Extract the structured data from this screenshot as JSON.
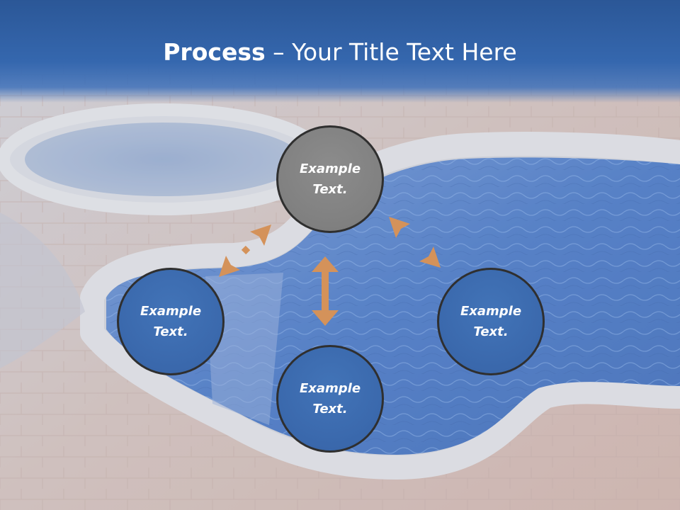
{
  "slide": {
    "title_bold": "Process",
    "title_rest": " – Your Title Text Here"
  },
  "nodes": [
    {
      "line1": "Example",
      "line2": "Text.",
      "color": "#808080"
    },
    {
      "line1": "Example",
      "line2": "Text.",
      "color": "#3a68ac"
    },
    {
      "line1": "Example",
      "line2": "Text.",
      "color": "#3a68ac"
    },
    {
      "line1": "Example",
      "line2": "Text.",
      "color": "#3a68ac"
    }
  ],
  "colors": {
    "header": "#2b5797",
    "arrow": "#d4925a",
    "water": "#3d6fc0",
    "paving": "#c9b7b0"
  },
  "icons": [
    "double-headed-arrow"
  ]
}
